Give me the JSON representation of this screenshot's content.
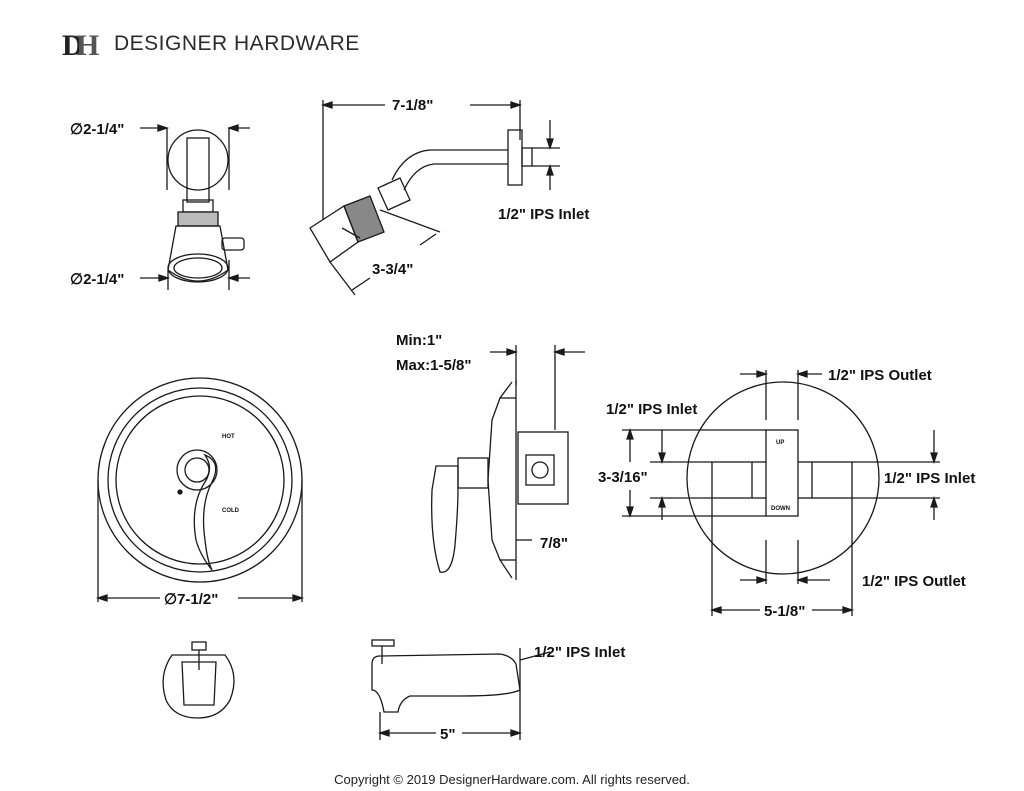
{
  "brand": {
    "logo_letters": "DH",
    "name": "DESIGNER HARDWARE"
  },
  "showerhead_front": {
    "top_dim": "∅2-1/4\"",
    "bottom_dim": "∅2-1/4\""
  },
  "showerhead_side": {
    "length_dim": "7-1/8\"",
    "head_dim": "3-3/4\"",
    "inlet_label": "1/2\" IPS Inlet"
  },
  "valve_side": {
    "wall_range_line1": "Min:1\"",
    "wall_range_line2": "Max:1-5/8\"",
    "depth_dim": "7/8\""
  },
  "trim_plate": {
    "hot_label": "HOT",
    "cold_label": "COLD",
    "diameter_dim": "∅7-1/2\""
  },
  "valve_body": {
    "up_label": "UP",
    "down_label": "DOWN",
    "outlet_top": "1/2\" IPS Outlet",
    "inlet_left": "1/2\" IPS Inlet",
    "inlet_right": "1/2\" IPS Inlet",
    "outlet_bottom": "1/2\" IPS Outlet",
    "height_dim": "3-3/16\"",
    "width_dim": "5-1/8\""
  },
  "tub_spout": {
    "inlet_label": "1/2\" IPS Inlet",
    "length_dim": "5\""
  },
  "footer": {
    "copyright": "Copyright © 2019 DesignerHardware.com. All rights reserved."
  }
}
